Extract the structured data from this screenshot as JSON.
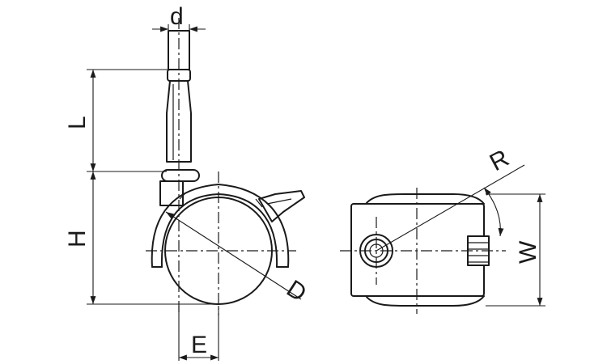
{
  "labels": {
    "d": "d",
    "L": "L",
    "H": "H",
    "D": "D",
    "E": "E",
    "R": "R",
    "W": "W"
  }
}
